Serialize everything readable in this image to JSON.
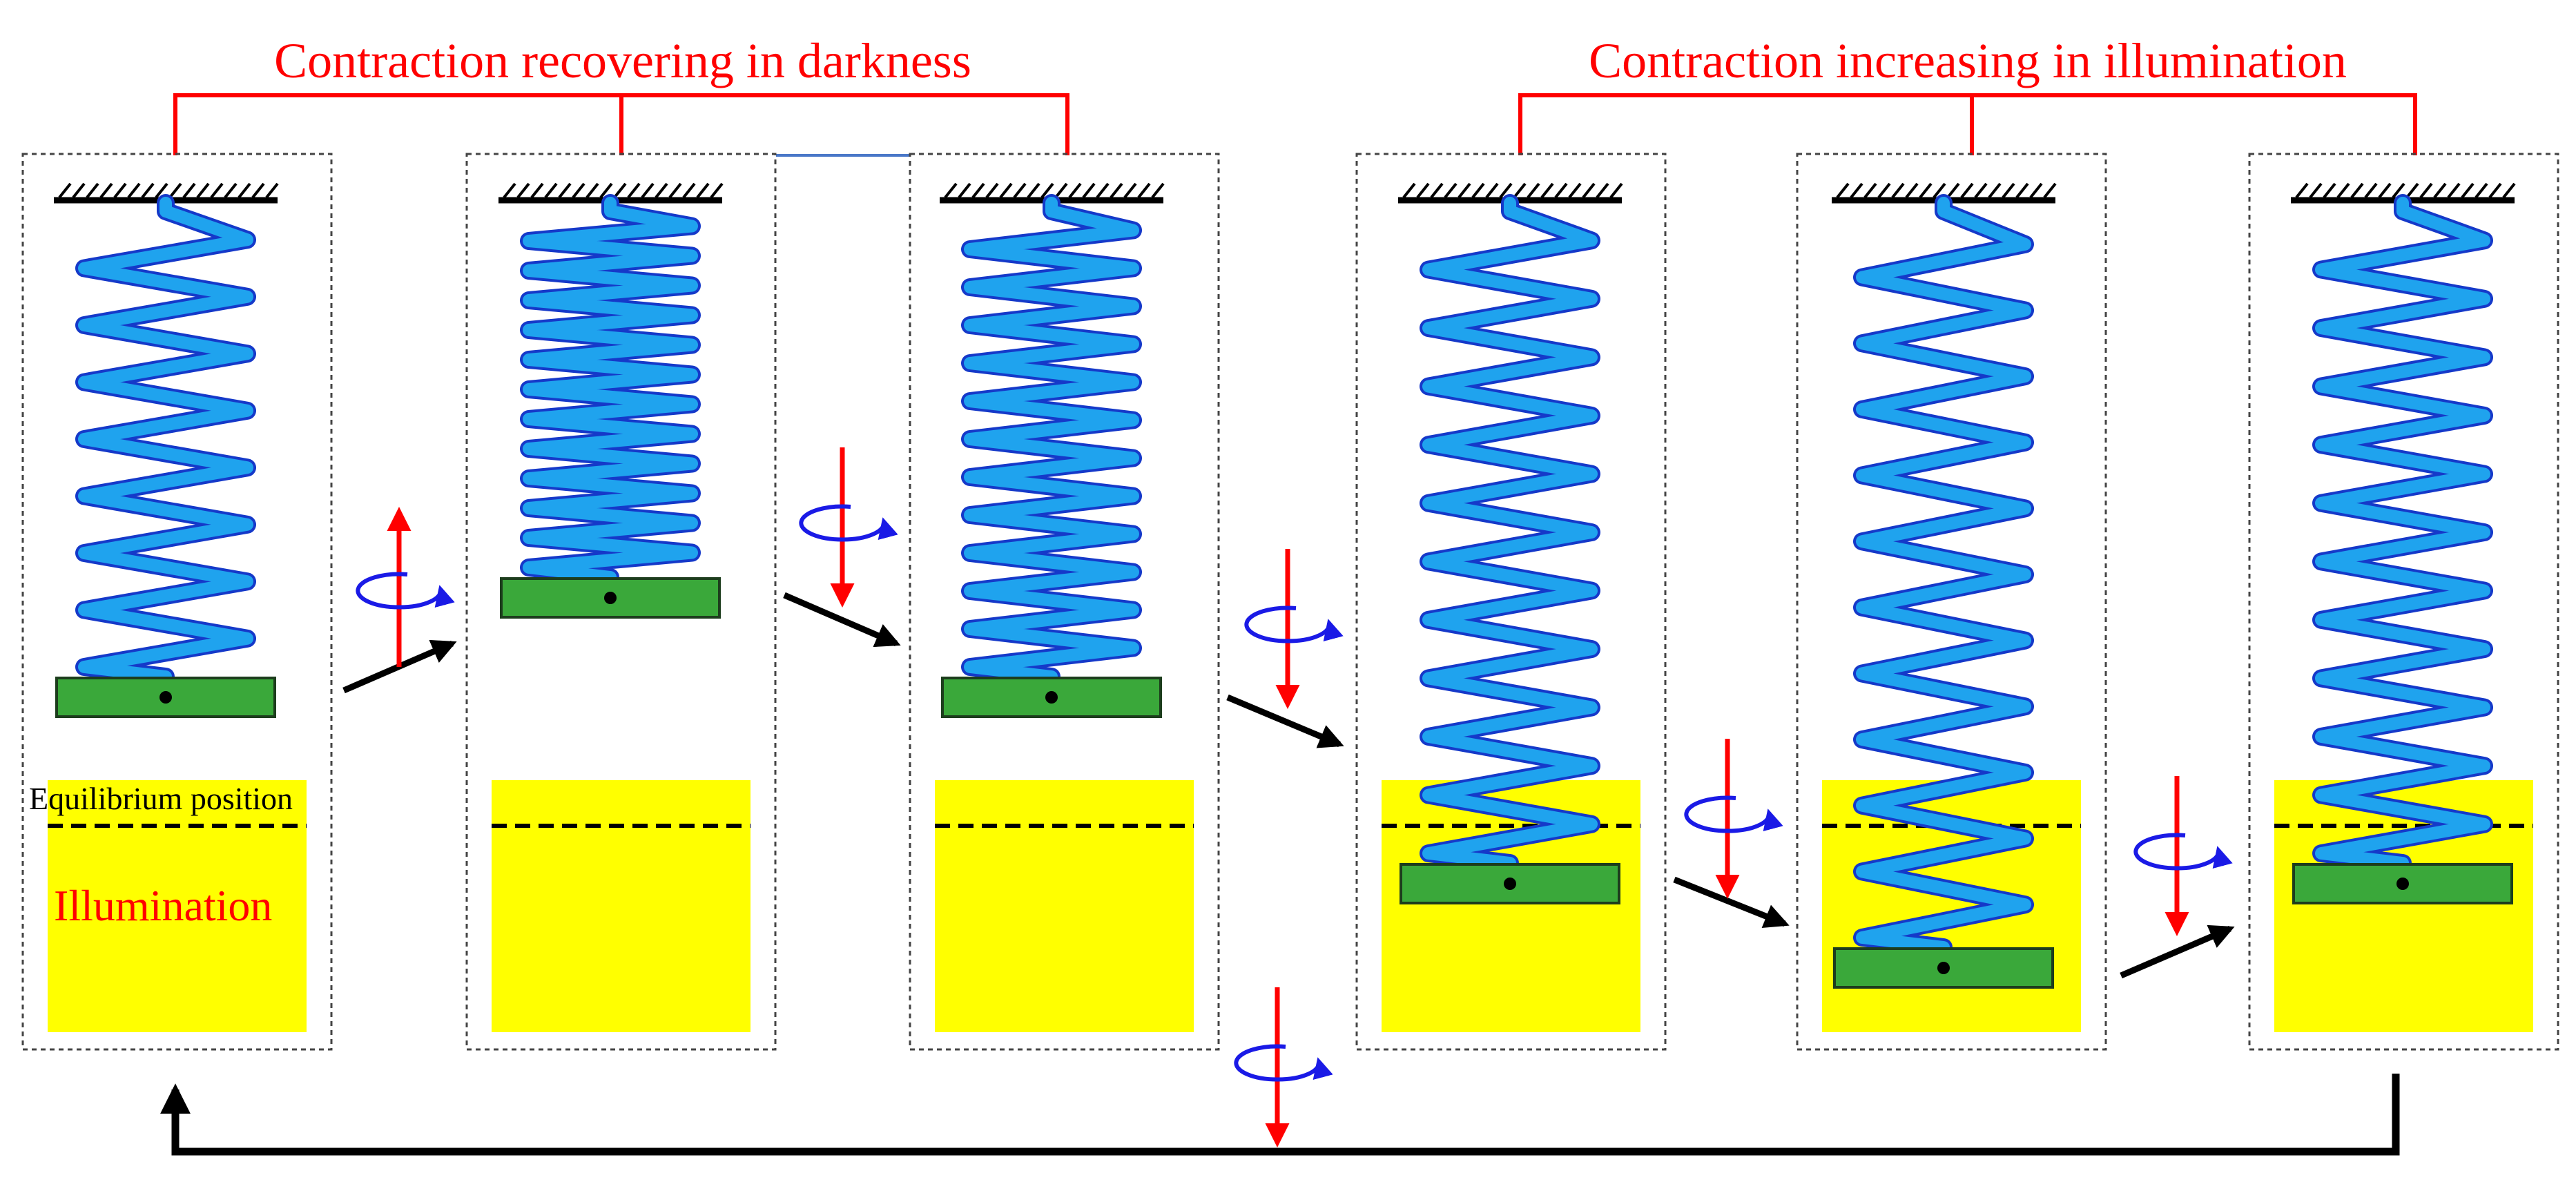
{
  "titles": {
    "left": "Contraction recovering in darkness",
    "right": "Contraction increasing in illumination"
  },
  "labels": {
    "equilibrium": "Equilibrium position",
    "illumination": "Illumination"
  },
  "colors": {
    "title": "#ff0000",
    "bracket": "#ff0000",
    "spring": "#1fa3ee",
    "spring_edge": "#1539c9",
    "mass": "#3aa83a",
    "illumination_zone": "#ffff00",
    "force_arrow": "#ff0000",
    "rotation_arrow": "#1a1ae6",
    "flow_arrow": "#000000"
  },
  "panels": [
    {
      "id": 1,
      "state": "equilibrium, dark",
      "in_illumination": false
    },
    {
      "id": 2,
      "state": "maximum contraction, moving up",
      "in_illumination": false
    },
    {
      "id": 3,
      "state": "returning to equilibrium",
      "in_illumination": false
    },
    {
      "id": 4,
      "state": "entering illumination",
      "in_illumination": true
    },
    {
      "id": 5,
      "state": "maximum extension in illumination",
      "in_illumination": true
    },
    {
      "id": 6,
      "state": "returning, in illumination",
      "in_illumination": true
    }
  ],
  "icons": [
    "spring-coil-icon",
    "fixed-support-hatch-icon",
    "mass-block-icon",
    "force-arrow-up-icon",
    "force-arrow-down-icon",
    "rotation-arrow-icon",
    "transition-arrow-icon"
  ]
}
